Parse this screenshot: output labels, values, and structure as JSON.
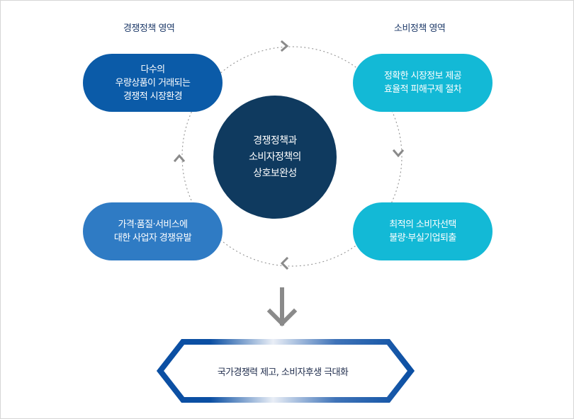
{
  "areas": {
    "competition_label": "경쟁정책 영역",
    "consumer_label": "소비정책 영역"
  },
  "nodes": {
    "top_left": [
      "다수의",
      "우량상품이 거래되는",
      "경쟁적 시장환경"
    ],
    "top_right": [
      "정확한 시장정보 제공",
      "효율적 피해구제 절차"
    ],
    "bottom_right": [
      "최적의 소비자선택",
      "불량·부실기업퇴출"
    ],
    "bottom_left": [
      "가격·품질·서비스에",
      "대한 사업자 경쟁유발"
    ]
  },
  "center": [
    "경쟁정책과",
    "소비자정책의",
    "상호보완성"
  ],
  "result": "국가경쟁력 제고, 소비자후생 극대화",
  "colors": {
    "top_left": "#0b5ba8",
    "bottom_left": "#2f7bc4",
    "top_right": "#13b9d6",
    "bottom_right": "#13b9d6",
    "center": "#0f3a5f",
    "arrow": "#8a8a8a",
    "frame_blue": "#0b4fa3"
  },
  "icons": {
    "cycle_arrows": "chevron-icon",
    "down_arrow": "arrow-down-icon"
  }
}
